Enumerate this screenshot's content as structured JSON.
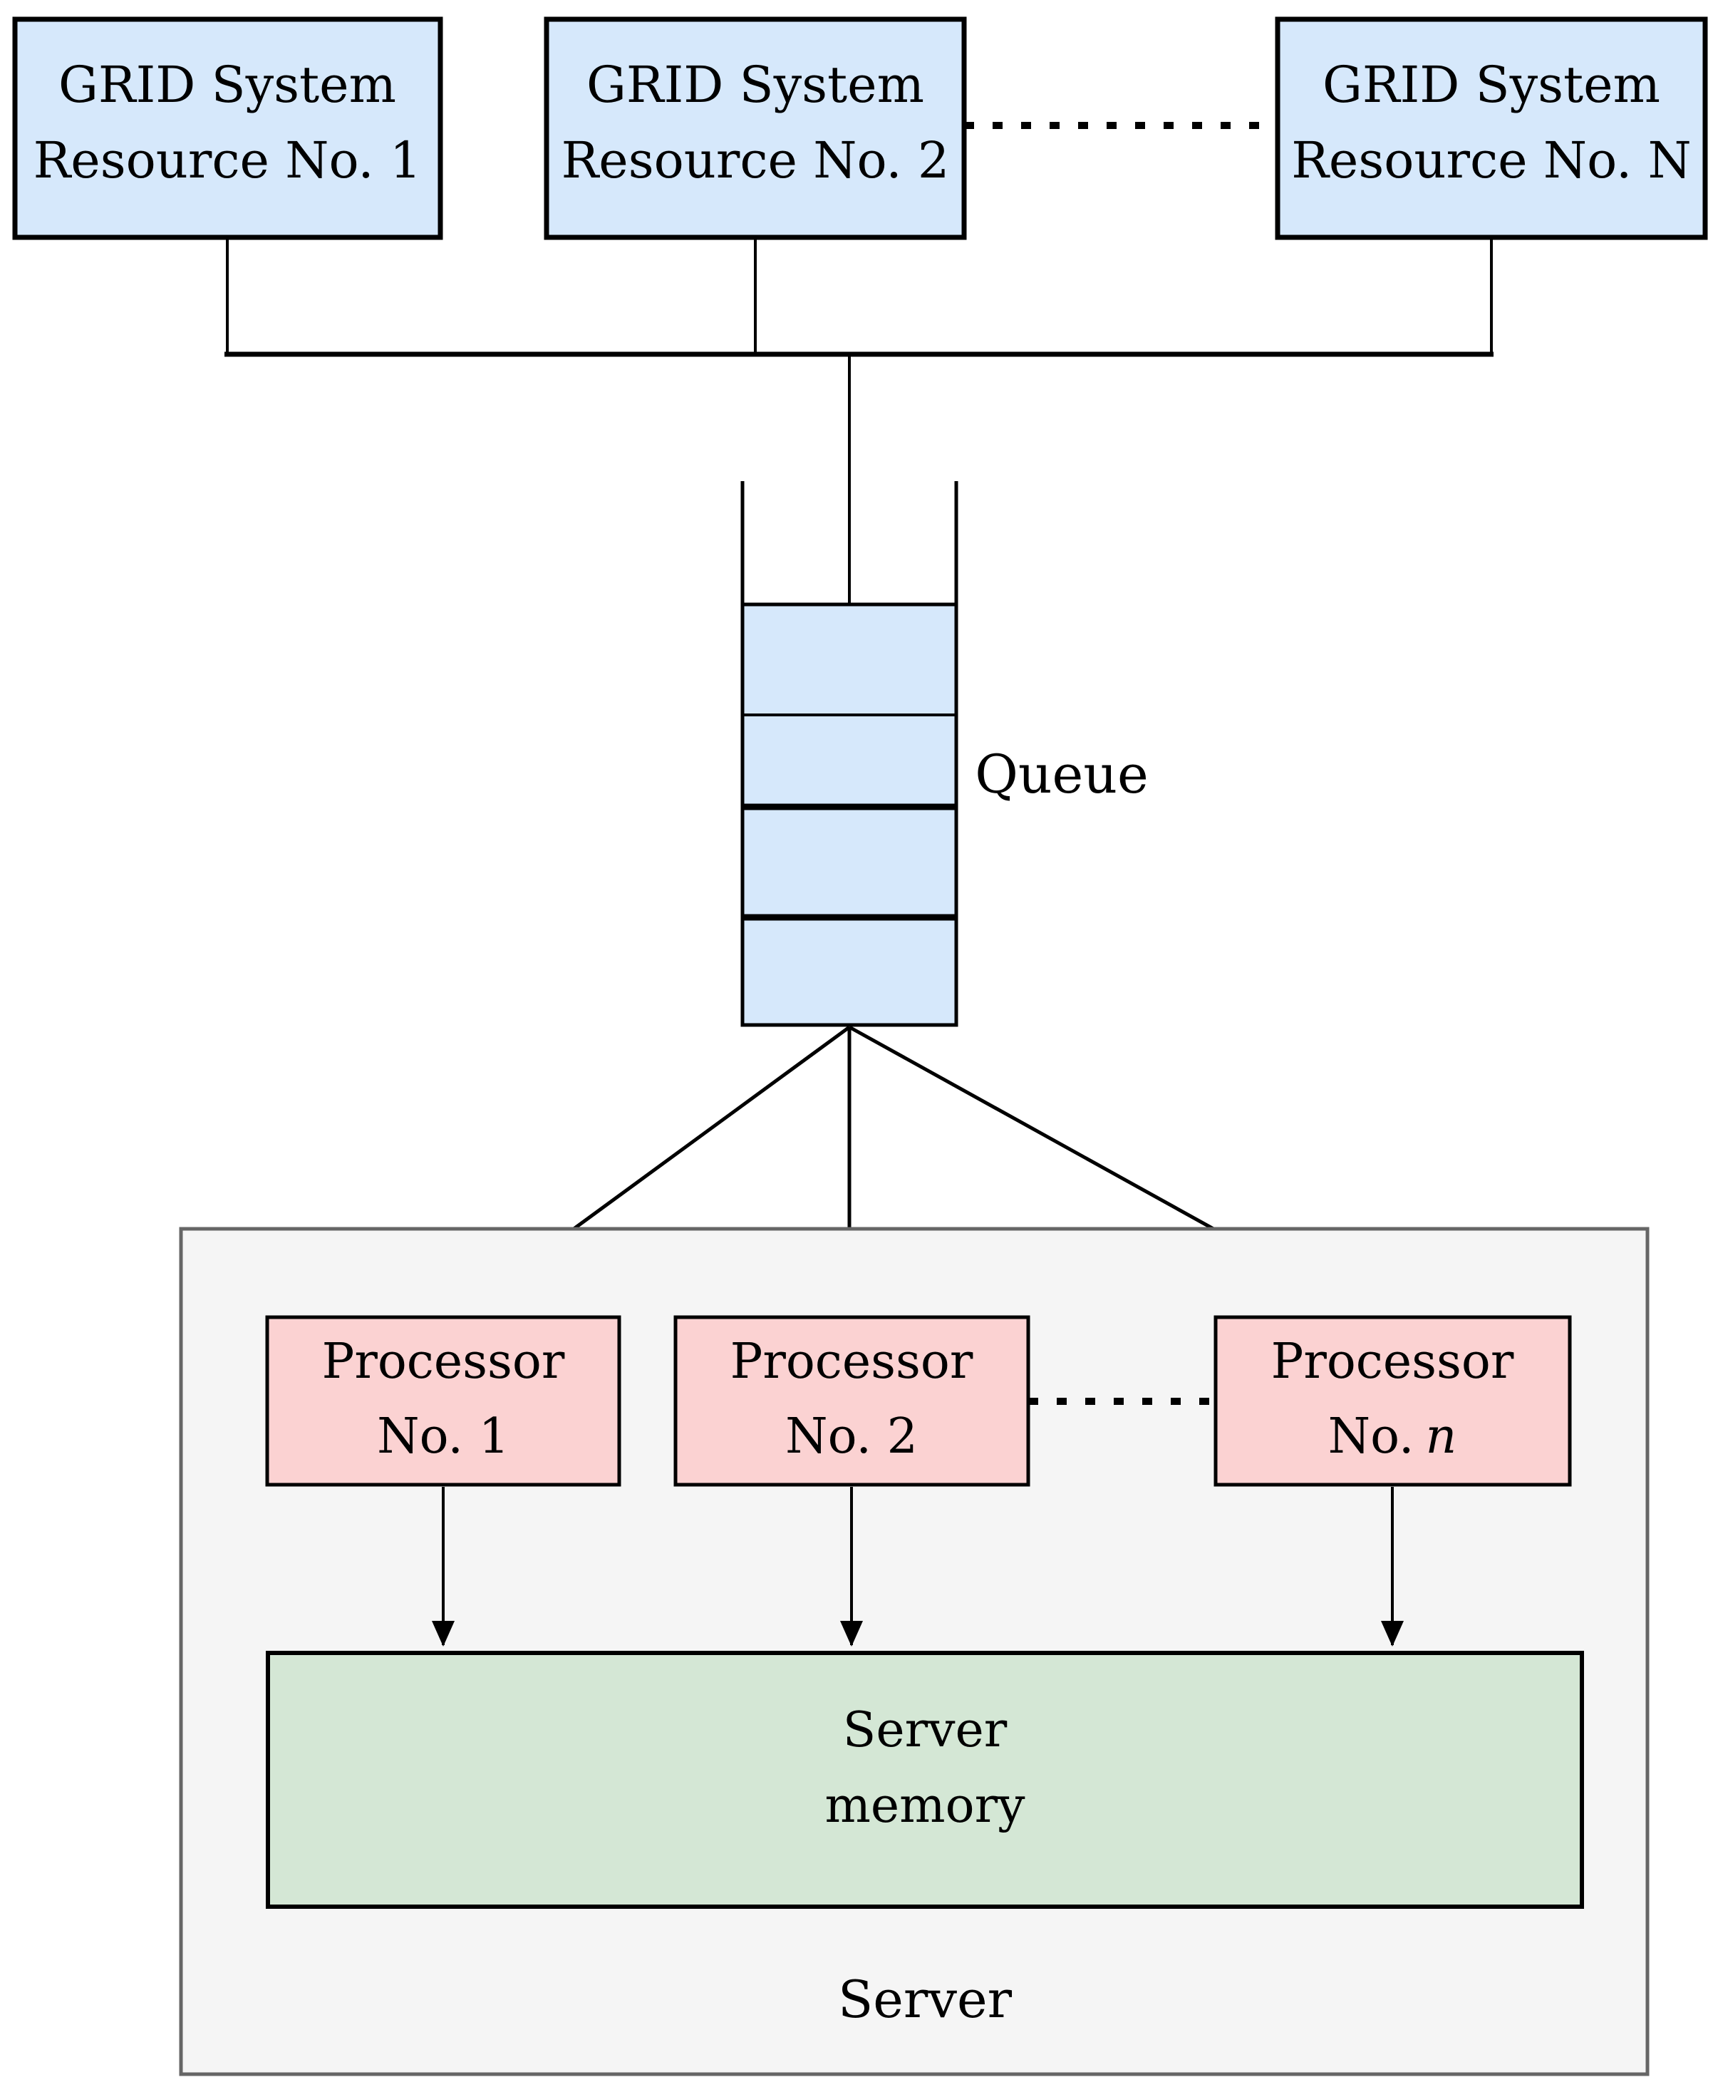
{
  "colors": {
    "resource-fill": "#d6e8fb",
    "processor-fill": "#fbd2d2",
    "memory-fill": "#d4e7d5",
    "server-fill": "#f5f5f5",
    "server-border": "#666666",
    "line": "#000000"
  },
  "resources": [
    {
      "line1": "GRID System",
      "line2": "Resource No. 1"
    },
    {
      "line1": "GRID System",
      "line2": "Resource No. 2"
    },
    {
      "line1": "GRID System",
      "line2": "Resource No. N"
    }
  ],
  "queue": {
    "label": "Queue"
  },
  "processors": [
    {
      "line1": "Processor",
      "line2": "No. 1"
    },
    {
      "line1": "Processor",
      "line2": "No. 2"
    },
    {
      "line1": "Processor",
      "line2_prefix": "No.",
      "line2_n": "n"
    }
  ],
  "memory": {
    "line1": "Server",
    "line2": "memory"
  },
  "server": {
    "label": "Server"
  }
}
